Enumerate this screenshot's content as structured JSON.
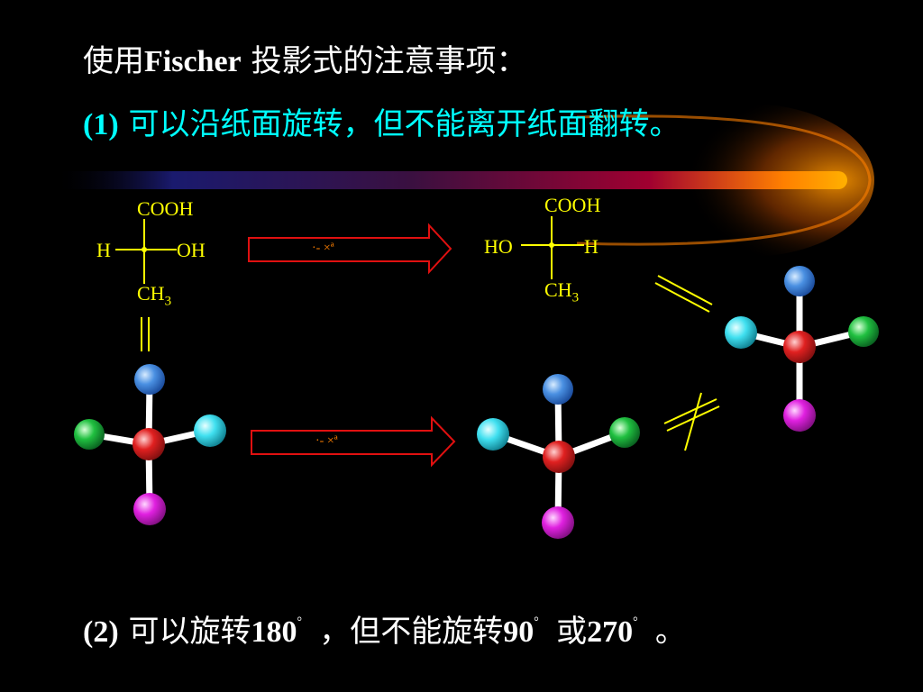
{
  "slide": {
    "title_prefix": "使用",
    "title_bold": "Fischer",
    "title_suffix": " 投影式的注意事项：",
    "rule1_num": "(1)",
    "rule1_text": " 可以沿纸面旋转，但不能离开纸面翻转。",
    "rule2_num": "(2)",
    "rule2_a": " 可以旋转",
    "rule2_180": "180",
    "rule2_b": " ，但不能旋转",
    "rule2_90": "90",
    "rule2_c": " 或",
    "rule2_270": "270",
    "rule2_d": " 。",
    "degree_mark": "。"
  },
  "fischer_left": {
    "top": "COOH",
    "left": "H",
    "right": "OH",
    "bottom_base": "CH",
    "bottom_sub": "3"
  },
  "fischer_right": {
    "top": "COOH",
    "left": "HO",
    "right": "H",
    "bottom_base": "CH",
    "bottom_sub": "3"
  },
  "arrow_labels": {
    "top": "·-  ×ª",
    "bottom": "·-  ×ª"
  },
  "colors": {
    "title": "#ffffff",
    "rule1": "#00ffff",
    "fischer": "#ffff00",
    "arrow_stroke": "#e01010",
    "ball_blue": "#4a90e2",
    "ball_cyan": "#40e0f0",
    "ball_green": "#20c040",
    "ball_magenta": "#e020e0",
    "ball_red": "#e02020"
  }
}
